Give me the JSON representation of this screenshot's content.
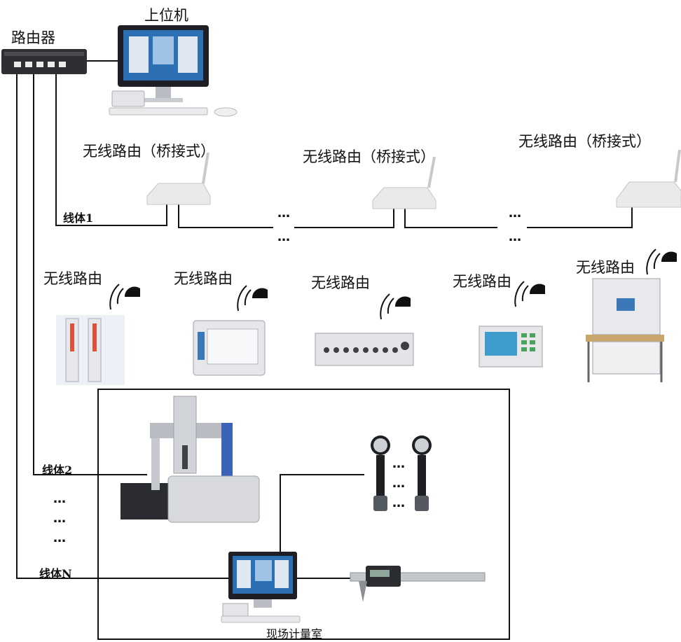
{
  "labels": {
    "router": "路由器",
    "host": "上位机",
    "bridge_router": "无线路由（桥接式）",
    "wireless_router": "无线路由",
    "line1": "线体1",
    "line2": "线体2",
    "lineN": "线体N",
    "metrology_room": "现场计量室"
  },
  "ellipsis": "…",
  "wireless_devices": [
    {
      "label": "无线路由",
      "device": "tower-gauge"
    },
    {
      "label": "无线路由",
      "device": "measurement-box"
    },
    {
      "label": "无线路由",
      "device": "multi-channel-unit"
    },
    {
      "label": "无线路由",
      "device": "controller-panel"
    },
    {
      "label": "无线路由",
      "device": "test-bench"
    }
  ],
  "colors": {
    "line": "#111111",
    "device_gray": "#d8dadd",
    "screen_blue": "#3a78b8"
  }
}
